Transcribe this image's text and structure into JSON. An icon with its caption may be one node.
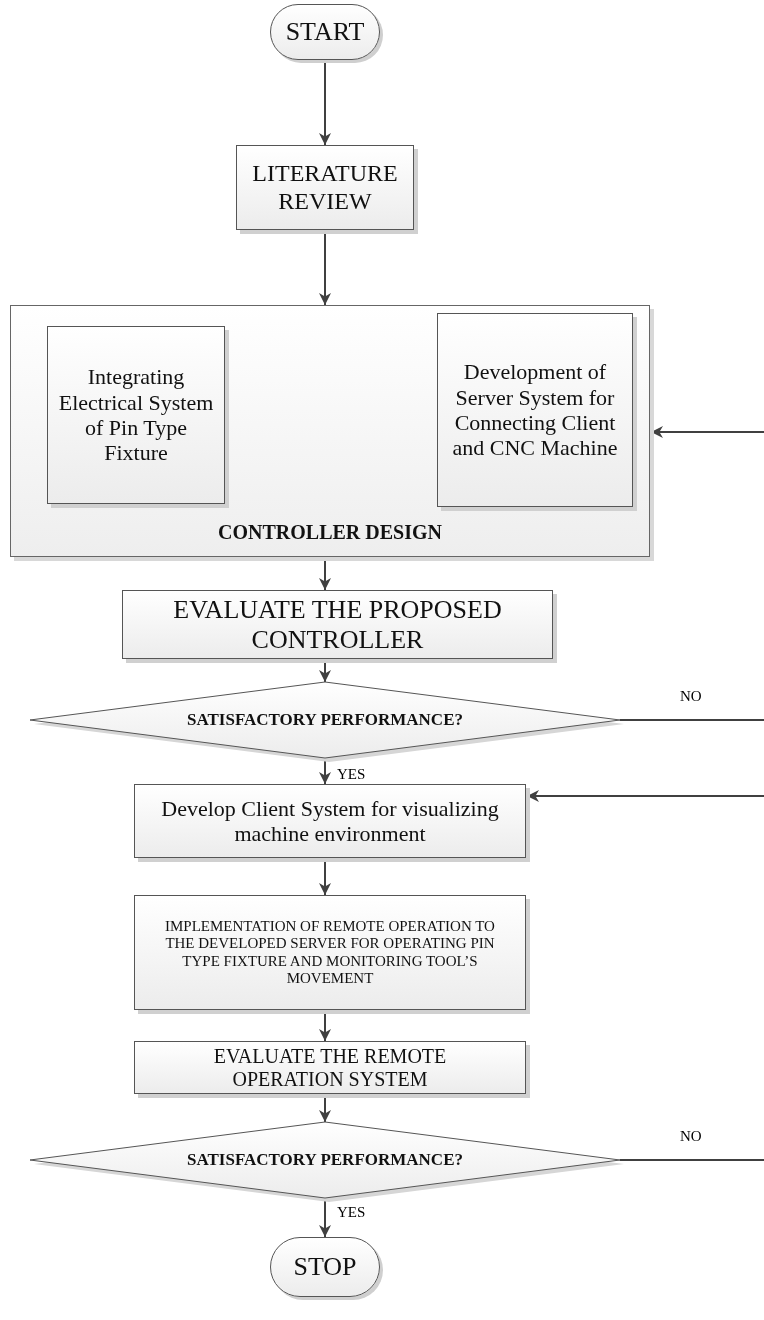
{
  "diagram": {
    "nodes": [
      {
        "text": [
          "START"
        ]
      },
      {
        "text": [
          "LITERATURE REVIEW"
        ]
      },
      {
        "text": [
          "CONTROLLER DESIGN"
        ]
      },
      {
        "text": [
          "Integrating Electrical System of Pin Type Fixture"
        ],
        "in": 2
      },
      {
        "text": [
          "Development of Server System for Connecting Client and CNC Machine"
        ],
        "in": 2
      },
      {
        "text": [
          "EVALUATE THE PROPOSED CONTROLLER"
        ]
      },
      {
        "text": [
          "SATISFACTORY PERFORMANCE?"
        ]
      },
      {
        "text": [
          "Develop Client System for visualizing machine environment"
        ]
      },
      {
        "text": [
          "IMPLEMENTATION OF REMOTE OPERATION TO THE DEVELOPED SERVER FOR OPERATING PIN TYPE FIXTURE AND MONITORING TOOL’S MOVEMENT"
        ]
      },
      {
        "text": [
          "EVALUATE THE REMOTE OPERATION SYSTEM"
        ]
      },
      {
        "text": [
          "SATISFACTORY PERFORMANCE?"
        ]
      },
      {
        "text": [
          "STOP"
        ]
      }
    ],
    "edges": [
      {
        "from": 0,
        "to": 1,
        "arrow": "to"
      },
      {
        "from": 1,
        "to": 2,
        "arrow": "to"
      },
      {
        "from": 2,
        "to": 5,
        "arrow": "to"
      },
      {
        "from": 5,
        "to": 6,
        "arrow": "to"
      },
      {
        "from": 6,
        "to": 7,
        "arrow": "to",
        "label": "YES"
      },
      {
        "from": 6,
        "to": null,
        "arrow": "none",
        "label": "NO"
      },
      {
        "from": null,
        "to": 2,
        "arrow": "to"
      },
      {
        "from": 7,
        "to": 8,
        "arrow": "to"
      },
      {
        "from": null,
        "to": 7,
        "arrow": "to"
      },
      {
        "from": 8,
        "to": 9,
        "arrow": "to"
      },
      {
        "from": 9,
        "to": 10,
        "arrow": "to"
      },
      {
        "from": 10,
        "to": 11,
        "arrow": "to",
        "label": "YES"
      },
      {
        "from": 10,
        "to": null,
        "arrow": "none",
        "label": "NO"
      }
    ]
  }
}
